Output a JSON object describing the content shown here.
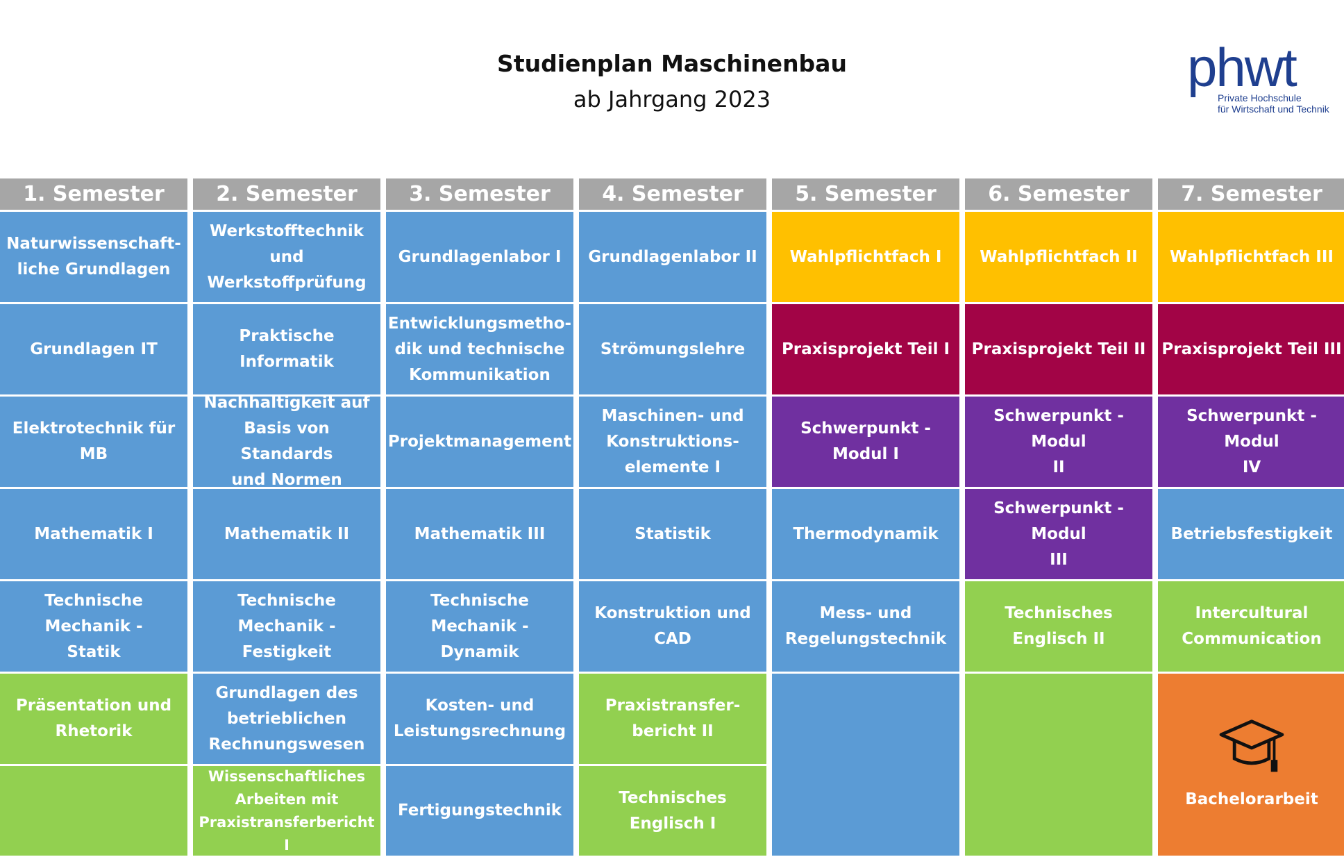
{
  "title": "Studienplan Maschinenbau",
  "subtitle": "ab Jahrgang 2023",
  "logo": {
    "word": "phwt",
    "line1": "Private Hochschule",
    "line2": "für Wirtschaft und Technik"
  },
  "colors": {
    "blue": "#5b9bd5",
    "green": "#92d050",
    "yellow": "#ffc000",
    "crimson": "#a20446",
    "purple": "#7030a0",
    "orange": "#ed7d31",
    "header": "#a6a6a6",
    "logo": "#1f3f8f"
  },
  "semesters": [
    {
      "label": "1. Semester",
      "modules": [
        {
          "name": "Naturwissenschaft-\nliche Grundlagen",
          "color": "blue"
        },
        {
          "name": "Grundlagen IT",
          "color": "blue"
        },
        {
          "name": "Elektrotechnik für MB",
          "color": "blue"
        },
        {
          "name": "Mathematik I",
          "color": "blue"
        },
        {
          "name": "Technische Mechanik -\nStatik",
          "color": "blue"
        },
        {
          "name": "Präsentation und\nRhetorik",
          "color": "green"
        },
        {
          "name": "",
          "color": "green"
        }
      ]
    },
    {
      "label": "2. Semester",
      "modules": [
        {
          "name": "Werkstofftechnik und\nWerkstoffprüfung",
          "color": "blue"
        },
        {
          "name": "Praktische Informatik",
          "color": "blue"
        },
        {
          "name": "Nachhaltigkeit auf\nBasis von Standards\nund Normen",
          "color": "blue"
        },
        {
          "name": "Mathematik II",
          "color": "blue"
        },
        {
          "name": "Technische Mechanik -\nFestigkeit",
          "color": "blue"
        },
        {
          "name": "Grundlagen des\nbetrieblichen\nRechnungswesen",
          "color": "blue"
        },
        {
          "name": "Wissenschaftliches\nArbeiten mit\nPraxistransferbericht I",
          "color": "green",
          "small": true
        }
      ]
    },
    {
      "label": "3. Semester",
      "modules": [
        {
          "name": "Grundlagenlabor I",
          "color": "blue"
        },
        {
          "name": "Entwicklungsmetho-\ndik und technische\nKommunikation",
          "color": "blue"
        },
        {
          "name": "Projektmanagement",
          "color": "blue"
        },
        {
          "name": "Mathematik III",
          "color": "blue"
        },
        {
          "name": "Technische Mechanik -\nDynamik",
          "color": "blue"
        },
        {
          "name": "Kosten- und\nLeistungsrechnung",
          "color": "blue"
        },
        {
          "name": "Fertigungstechnik",
          "color": "blue"
        }
      ]
    },
    {
      "label": "4. Semester",
      "modules": [
        {
          "name": "Grundlagenlabor II",
          "color": "blue"
        },
        {
          "name": "Strömungslehre",
          "color": "blue"
        },
        {
          "name": "Maschinen- und\nKonstruktions-\nelemente I",
          "color": "blue"
        },
        {
          "name": "Statistik",
          "color": "blue"
        },
        {
          "name": "Konstruktion und CAD",
          "color": "blue"
        },
        {
          "name": "Praxistransfer-\nbericht II",
          "color": "green"
        },
        {
          "name": "Technisches\nEnglisch I",
          "color": "green"
        }
      ]
    },
    {
      "label": "5. Semester",
      "modules": [
        {
          "name": "Wahlpflichtfach I",
          "color": "yellow"
        },
        {
          "name": "Praxisprojekt Teil I",
          "color": "crimson"
        },
        {
          "name": "Schwerpunkt - Modul I",
          "color": "purple"
        },
        {
          "name": "Thermodynamik",
          "color": "blue"
        },
        {
          "name": "Mess- und\nRegelungstechnik",
          "color": "blue"
        },
        {
          "name": "",
          "color": "blue",
          "span": 2
        }
      ]
    },
    {
      "label": "6. Semester",
      "modules": [
        {
          "name": "Wahlpflichtfach II",
          "color": "yellow"
        },
        {
          "name": "Praxisprojekt Teil II",
          "color": "crimson"
        },
        {
          "name": "Schwerpunkt - Modul\nII",
          "color": "purple"
        },
        {
          "name": "Schwerpunkt - Modul\nIII",
          "color": "purple"
        },
        {
          "name": "Technisches\nEnglisch II",
          "color": "green"
        },
        {
          "name": "",
          "color": "green",
          "span": 2
        }
      ]
    },
    {
      "label": "7. Semester",
      "modules": [
        {
          "name": "Wahlpflichtfach III",
          "color": "yellow"
        },
        {
          "name": "Praxisprojekt Teil III",
          "color": "crimson"
        },
        {
          "name": "Schwerpunkt - Modul\nIV",
          "color": "purple"
        },
        {
          "name": "Betriebsfestigkeit",
          "color": "blue"
        },
        {
          "name": "Intercultural\nCommunication",
          "color": "green"
        },
        {
          "name": "Bachelorarbeit",
          "color": "orange",
          "span": 2,
          "icon": "graduation-cap-icon"
        }
      ]
    }
  ]
}
